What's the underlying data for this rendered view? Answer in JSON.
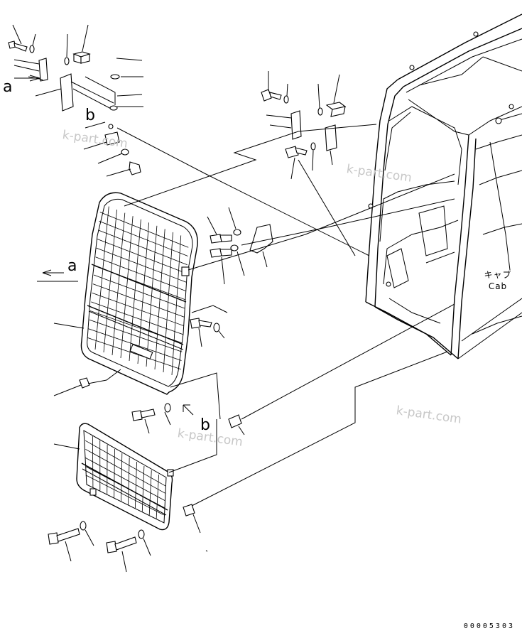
{
  "diagram": {
    "view_refs": {
      "a": "a",
      "b": "b"
    },
    "cab_label_jp": "キャブ",
    "cab_label_en": "Cab",
    "watermark": "k-part.com",
    "drawing_code": "00005303"
  }
}
